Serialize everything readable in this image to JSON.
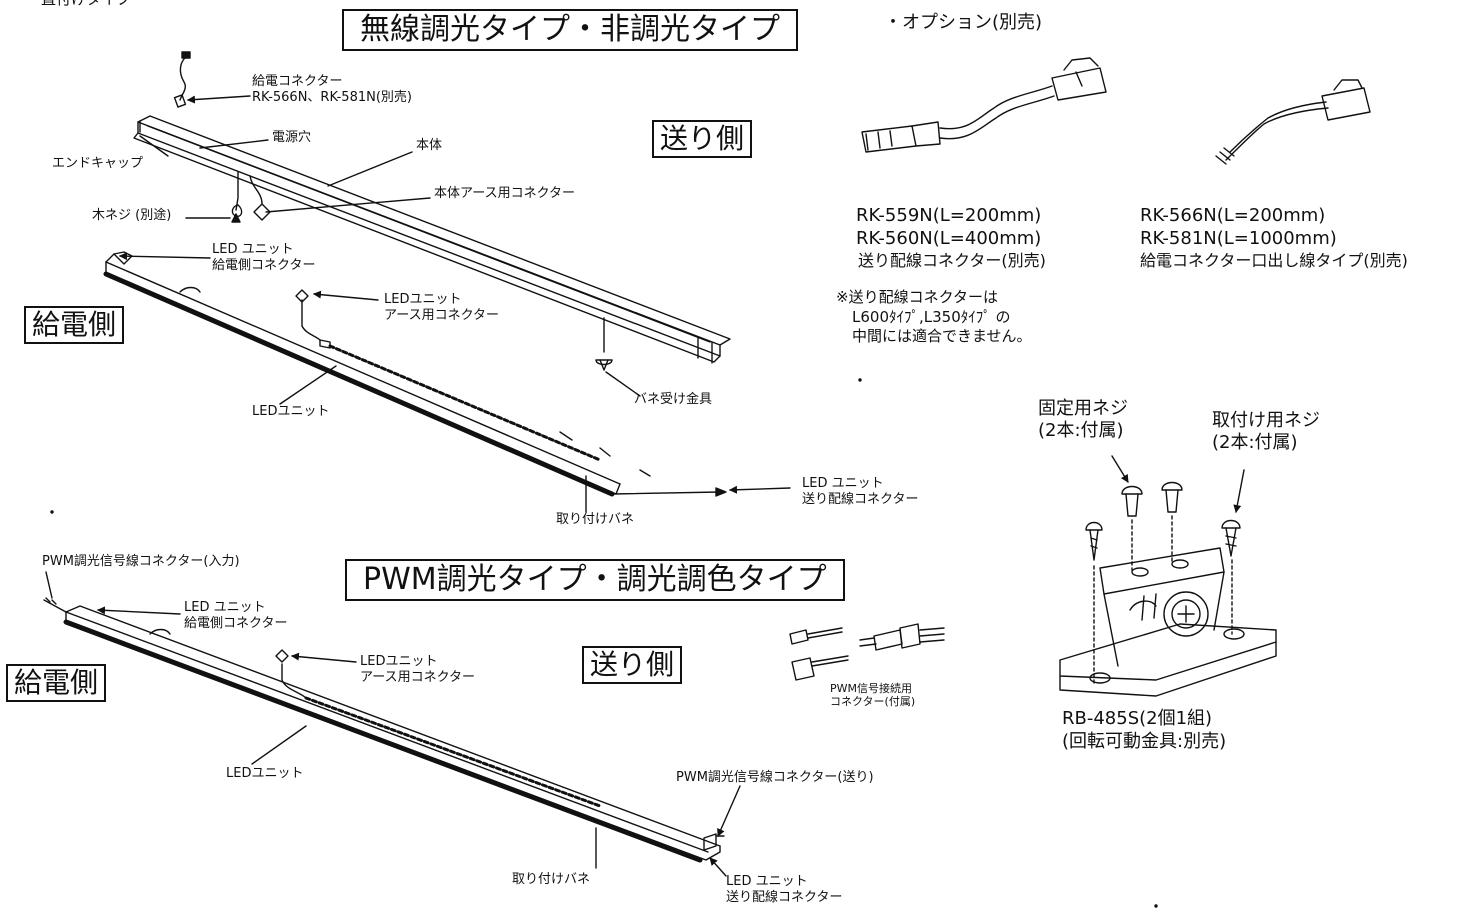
{
  "header": {
    "cropped_top_label": "・直付けタイプ"
  },
  "titles": {
    "wireless_type": "無線調光タイプ・非調光タイプ",
    "pwm_type": "PWM調光タイプ・調光調色タイプ"
  },
  "option_header": "・オプション(別売)",
  "side_labels": {
    "feed_side_top": "給電側",
    "send_side_top": "送り側",
    "feed_side_bottom": "給電側",
    "send_side_bottom": "送り側"
  },
  "top_labels": {
    "feed_connector": {
      "line1": "給電コネクター",
      "line2": "RK-566N、RK-581N(別売)"
    },
    "power_hole": "電源穴",
    "end_cap": "エンドキャップ",
    "body": "本体",
    "body_ground_connector": "本体アース用コネクター",
    "wood_screw": "木ネジ (別途)",
    "led_feed_connector": {
      "line1": "LED ユニット",
      "line2": "給電側コネクター"
    },
    "led_ground_connector": {
      "line1": "LEDユニット",
      "line2": "アース用コネクター"
    },
    "led_unit": "LEDユニット",
    "spring_bracket": "バネ受け金具",
    "led_send_connector": {
      "line1": "LED ユニット",
      "line2": "送り配線コネクター"
    },
    "mounting_spring": "取り付けバネ"
  },
  "bottom_labels": {
    "pwm_input": "PWM調光信号線コネクター(入力)",
    "led_feed_connector": {
      "line1": "LED ユニット",
      "line2": "給電側コネクター"
    },
    "led_ground_connector": {
      "line1": "LEDユニット",
      "line2": "アース用コネクター"
    },
    "led_unit": "LEDユニット",
    "pwm_send": "PWM調光信号線コネクター(送り)",
    "mounting_spring": "取り付けバネ",
    "led_send_connector": {
      "line1": "LED ユニット",
      "line2": "送り配線コネクター"
    },
    "pwm_signal_connector": {
      "line1": "PWM信号接続用",
      "line2": "コネクター(付属)"
    }
  },
  "options": {
    "send_wiring": {
      "line1": "RK-559N(L=200mm)",
      "line2": "RK-560N(L=400mm)",
      "line3": "送り配線コネクター(別売)",
      "note1": "※送り配線コネクターは",
      "note2": "L600ﾀｲﾌﾟ,L350ﾀｲﾌﾟ の",
      "note3": "中間には適合できません。"
    },
    "feed_connector": {
      "line1": "RK-566N(L=200mm)",
      "line2": "RK-581N(L=1000mm)",
      "line3": "給電コネクター口出し線タイプ(別売)"
    },
    "bracket": {
      "fixing_screw": {
        "line1": "固定用ネジ",
        "line2": "(2本:付属)"
      },
      "mounting_screw": {
        "line1": "取付け用ネジ",
        "line2": "(2本:付属)"
      },
      "model": "RB-485S(2個1組)",
      "desc": "(回転可動金具:別売)"
    }
  }
}
